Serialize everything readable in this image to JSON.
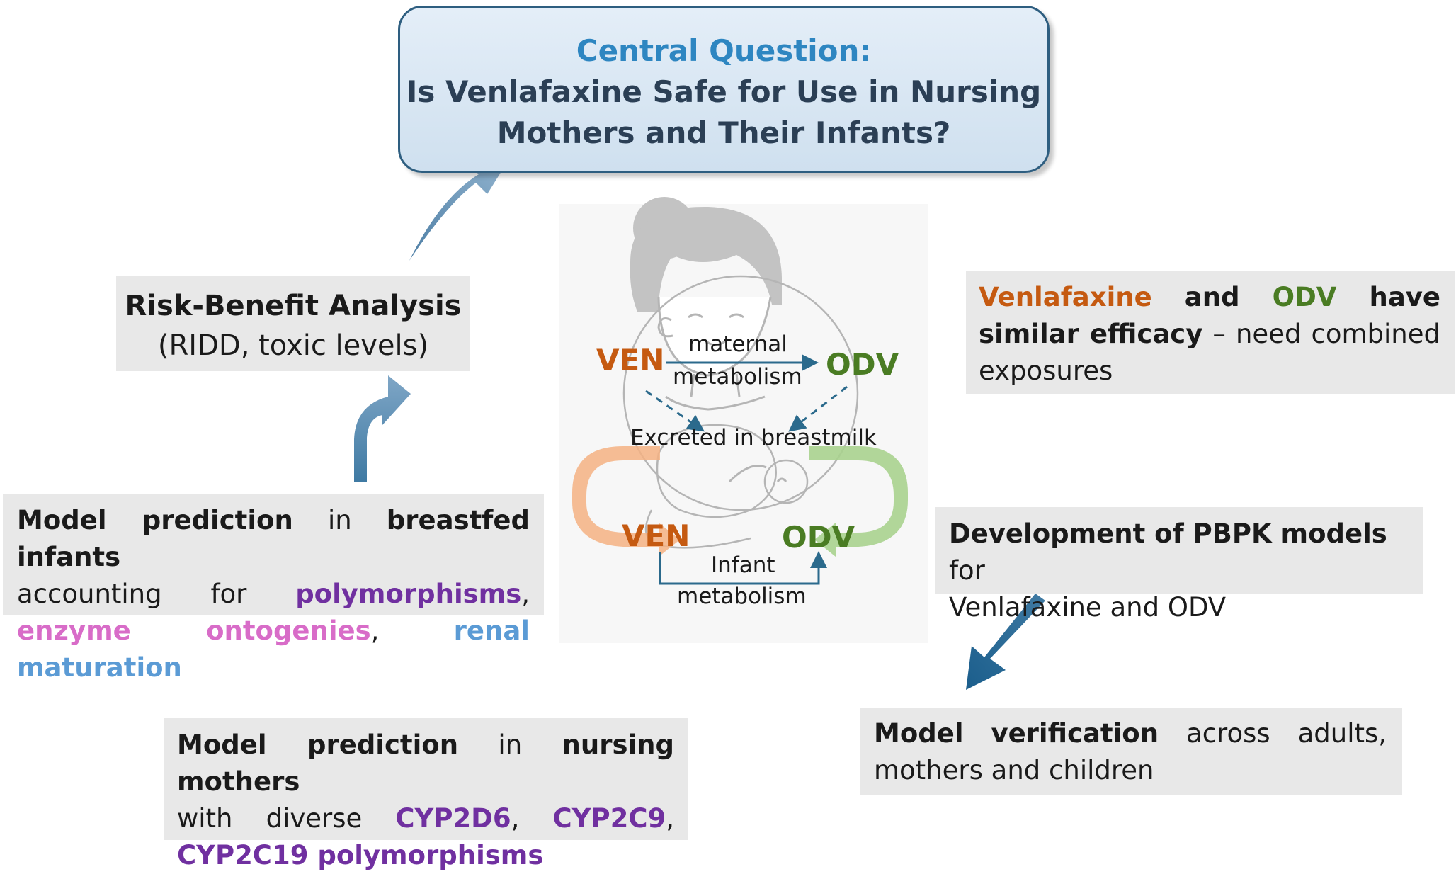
{
  "central": {
    "title": "Central Question:",
    "line1": "Is Venlafaxine Safe for Use in Nursing",
    "line2": "Mothers and Their Infants?"
  },
  "risk_benefit": {
    "title": "Risk-Benefit Analysis",
    "subtitle": "(RIDD, toxic levels)"
  },
  "efficacy": {
    "venlafaxine": "Venlafaxine",
    "and": "and",
    "odv": "ODV",
    "have": "have",
    "similar_efficacy": "similar efficacy",
    "rest": " – need combined",
    "last": "exposures"
  },
  "infants": {
    "model_prediction": "Model prediction",
    "in": " in ",
    "breastfed_infants": "breastfed infants",
    "accounting": "accounting",
    "for": "for",
    "polymorphisms": "polymorphisms",
    "enzyme_ontogenies": "enzyme ontogenies",
    "renal_maturation": "renal maturation"
  },
  "pbpk": {
    "bold": "Development of PBPK models",
    "rest": " for",
    "line2": "Venlafaxine and ODV"
  },
  "verification": {
    "model": "Model",
    "verification": "verification",
    "across": "across",
    "adults": "adults,",
    "line2": "mothers and children"
  },
  "mothers": {
    "model_prediction": "Model prediction",
    "in": " in ",
    "nursing_mothers": "nursing mothers",
    "with": "with",
    "diverse": "diverse",
    "cyp2d6": "CYP2D6",
    "cyp2c9": "CYP2C9",
    "cyp2c19": "CYP2C19 polymorphisms"
  },
  "center": {
    "ven_top": "VEN",
    "odv_top": "ODV",
    "maternal": "maternal",
    "metabolism_top": "metabolism",
    "excreted": "Excreted in breastmilk",
    "ven_bottom": "VEN",
    "odv_bottom": "ODV",
    "infant": "Infant",
    "metabolism_bottom": "metabolism"
  },
  "colors": {
    "venlafaxine": "#c55a11",
    "odv": "#4a7c23",
    "polymorphism": "#7030a0",
    "ontogeny": "#d86cc8",
    "renal": "#5b9bd5",
    "flow_arrow": "#4f86ad"
  }
}
